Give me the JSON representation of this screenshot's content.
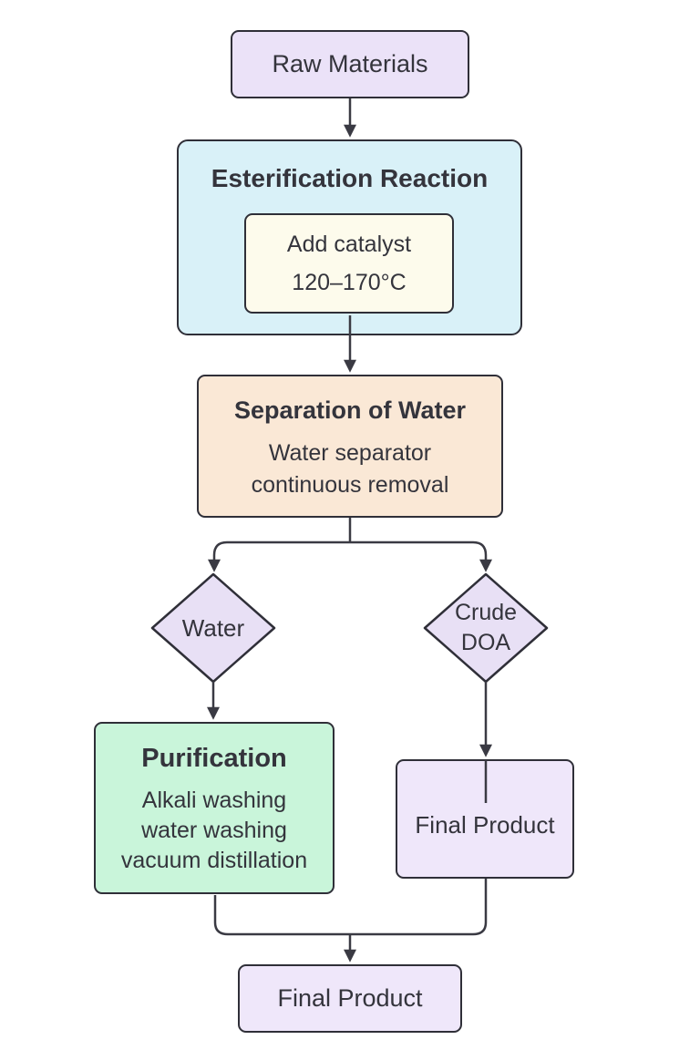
{
  "canvas": {
    "background": "#ffffff",
    "line_color": "#3a3a43",
    "border_color": "#2f2f38",
    "text_color": "#34343c"
  },
  "nodes": {
    "raw_materials": {
      "label": "Raw Materials",
      "fill": "#ebe2f8"
    },
    "esterification": {
      "title": "Esterification Reaction",
      "fill": "#d9f1f8",
      "catalyst_box": {
        "line1": "Add catalyst",
        "line2": "120–170°C",
        "fill": "#fdfbec"
      }
    },
    "separation": {
      "title": "Separation of Water",
      "line1": "Water separator",
      "line2": "continuous removal",
      "fill": "#fae8d6"
    },
    "water_diamond": {
      "label": "Water",
      "fill": "#e8e0f5"
    },
    "crude_doa_diamond": {
      "line1": "Crude",
      "line2": "DOA",
      "fill": "#e8e0f5"
    },
    "purification": {
      "title": "Purification",
      "line1": "Alkali washing",
      "line2": "water washing",
      "line3": "vacuum distillation",
      "fill": "#c9f5da"
    },
    "final_product_right": {
      "label": "Final Product",
      "fill": "#efe7fa"
    },
    "final_product_bottom": {
      "label": "Final Product",
      "fill": "#efe7fa"
    }
  }
}
